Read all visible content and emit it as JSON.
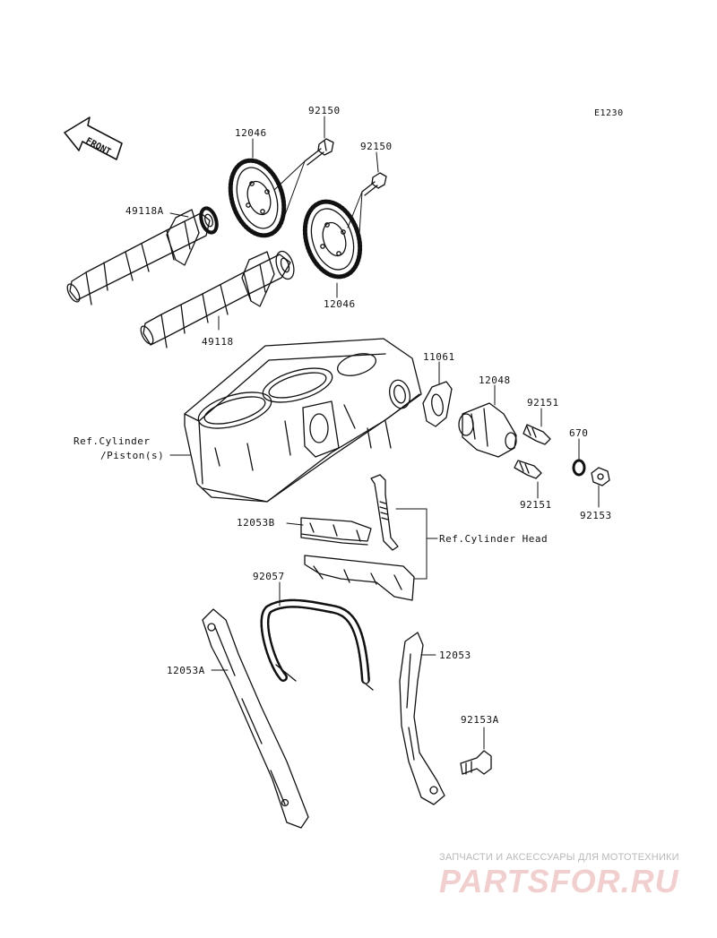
{
  "diagram_code": "E1230",
  "front_label": "FRONT",
  "parts": {
    "p92150_top": "92150",
    "p92150_mid": "92150",
    "p12046_top": "12046",
    "p12046_bottom": "12046",
    "p49118A": "49118A",
    "p49118": "49118",
    "p11061": "11061",
    "p12048": "12048",
    "p92151_top": "92151",
    "p92151_bottom": "92151",
    "p670": "670",
    "p92153": "92153",
    "p12053B": "12053B",
    "p92057": "92057",
    "p12053A": "12053A",
    "p12053": "12053",
    "p92153A": "92153A"
  },
  "refs": {
    "cylinder_line1": "Ref.Cylinder",
    "cylinder_line2": "/Piston(s)",
    "cylinder_head": "Ref.Cylinder Head"
  },
  "watermark": {
    "caption": "ЗАПЧАСТИ И АКСЕССУАРЫ ДЛЯ МОТОТЕХНИКИ",
    "logo": "PARTSFOR.RU"
  }
}
